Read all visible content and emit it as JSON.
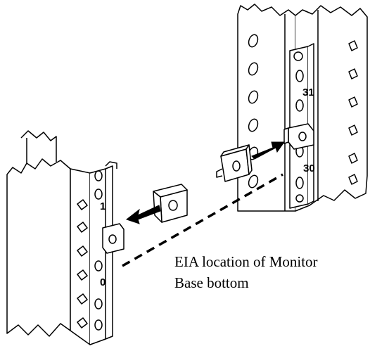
{
  "caption": {
    "line1": "EIA location of Monitor",
    "line2": "Base bottom"
  },
  "rail_labels": {
    "right_upper": "31",
    "right_lower": "30",
    "left_upper": "1",
    "left_lower": "0"
  },
  "colors": {
    "line": "#000000",
    "background": "#ffffff"
  }
}
